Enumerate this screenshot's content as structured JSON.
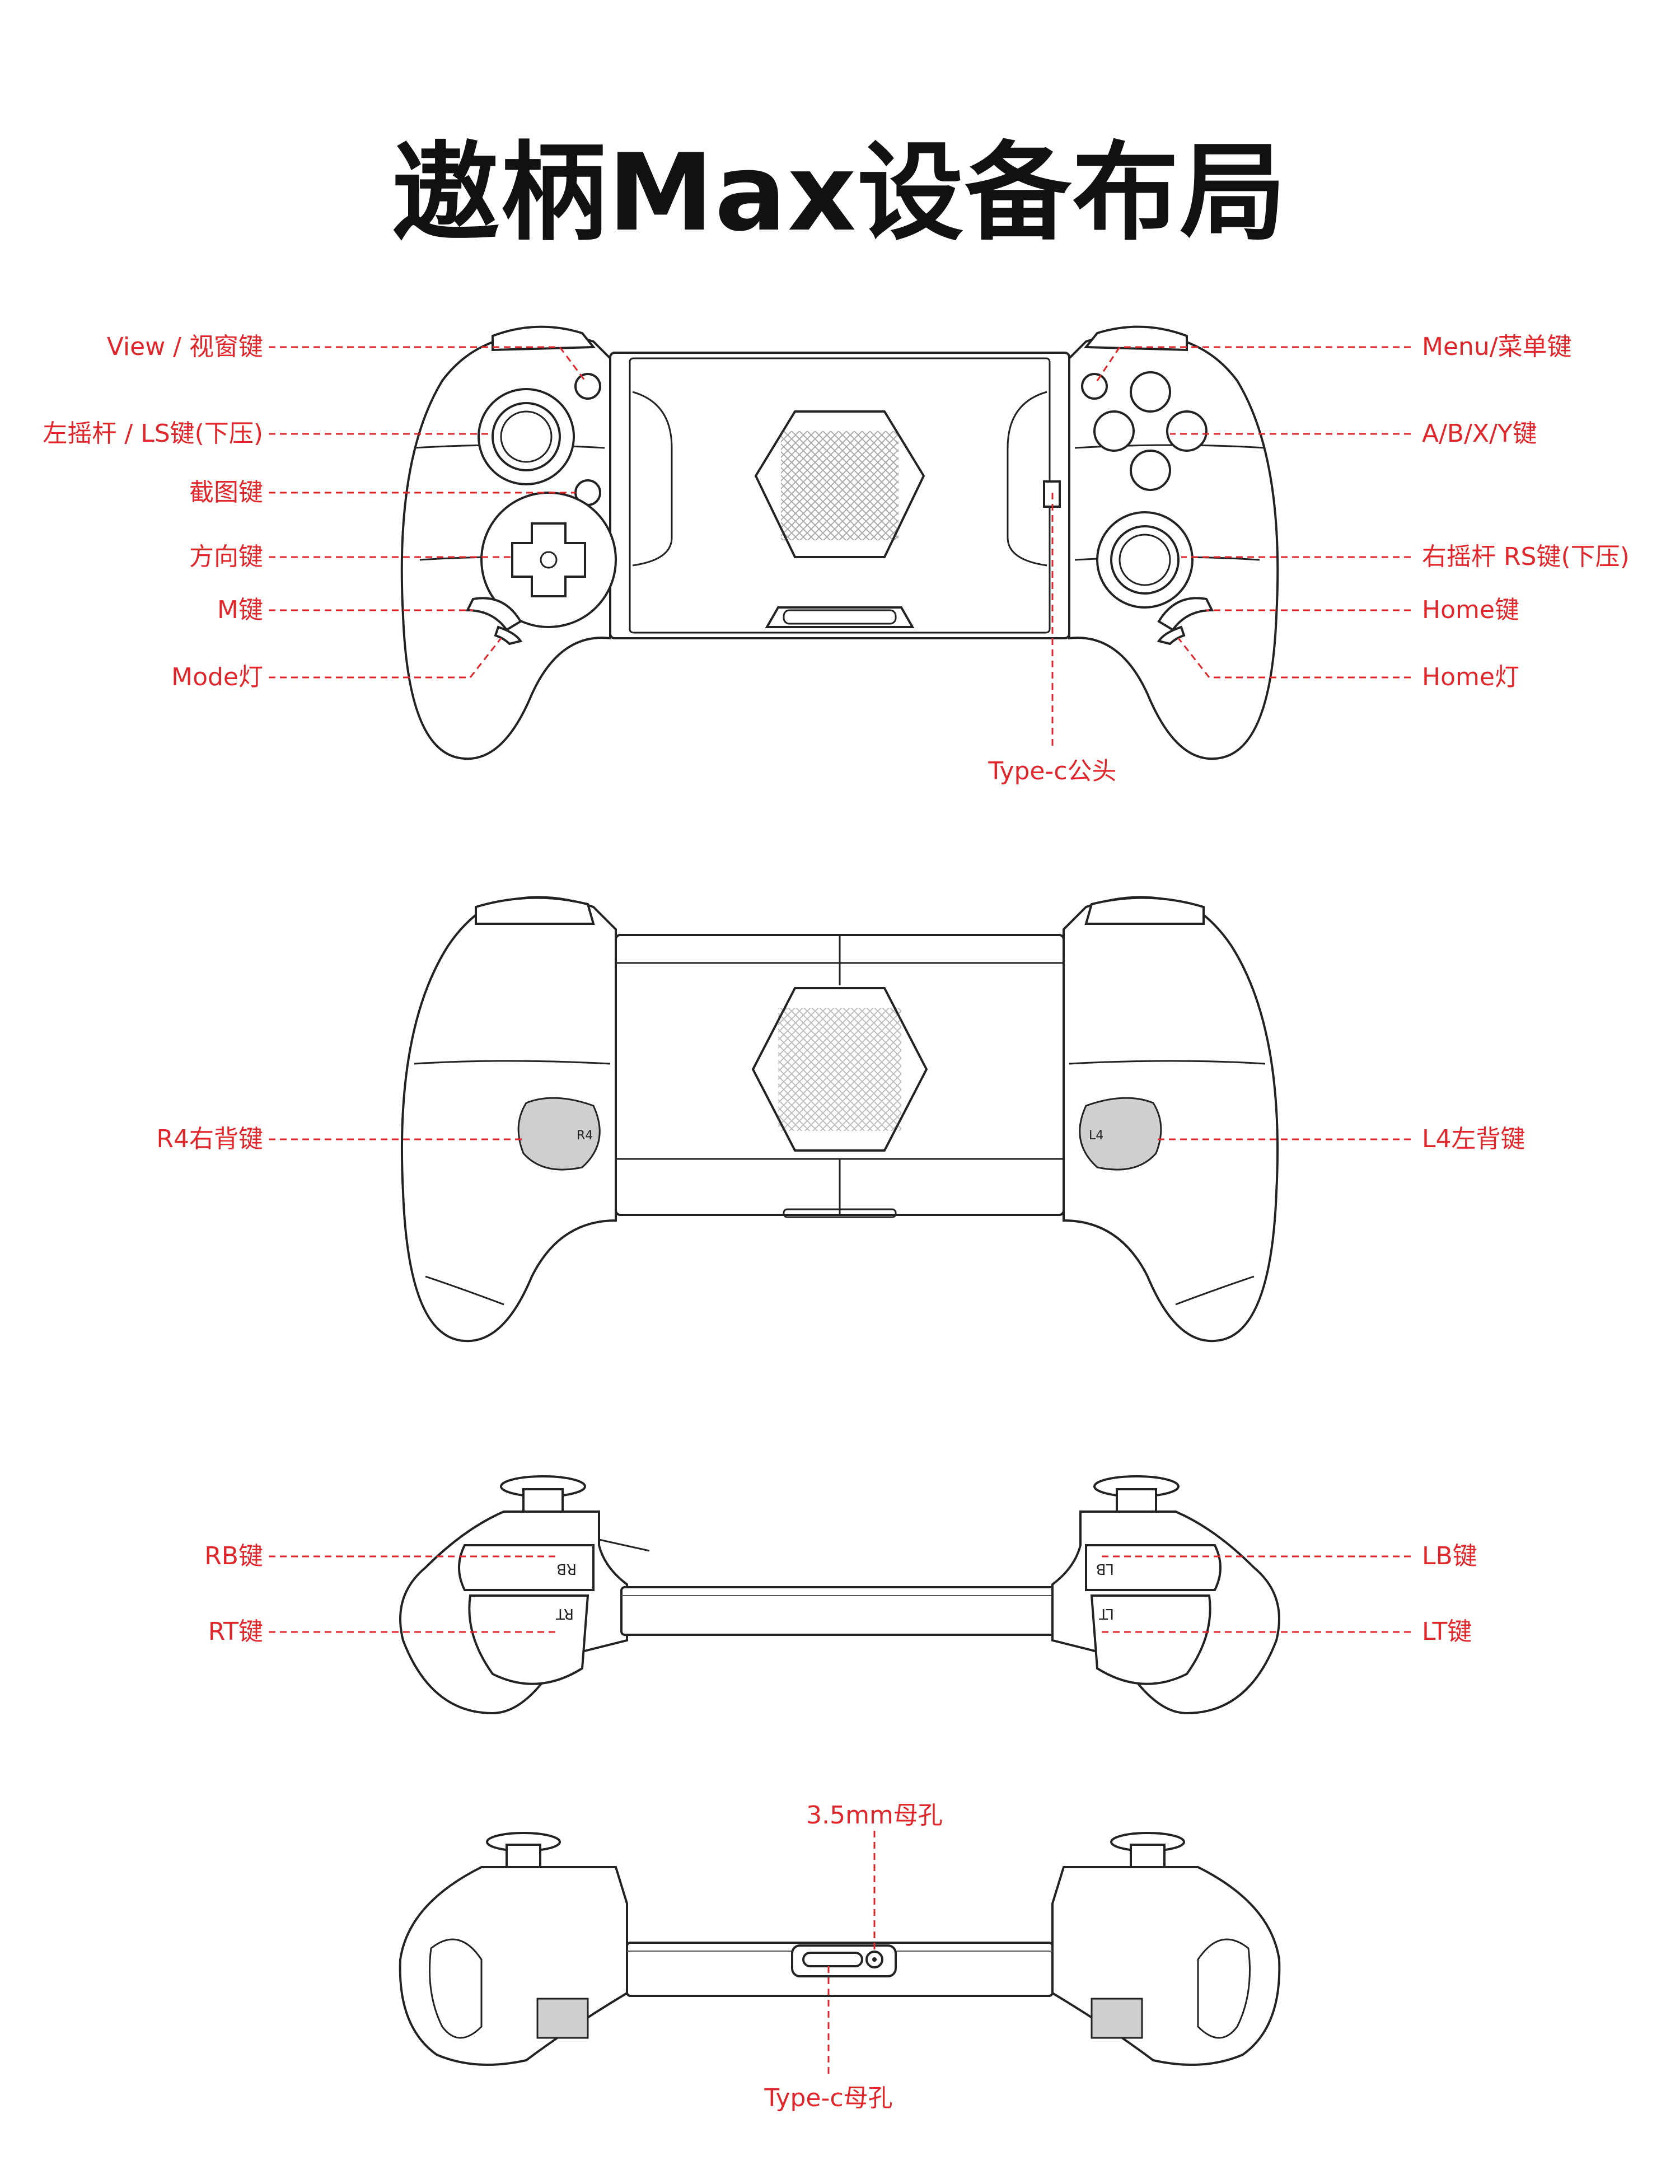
{
  "title": "遨柄Max设备布局",
  "views": {
    "front": {
      "left_labels": [
        "View / 视窗键",
        "左摇杆 / LS键(下压)",
        "截图键",
        "方向键",
        "M键",
        "Mode灯"
      ],
      "right_labels": [
        "Menu/菜单键",
        "A/B/X/Y键",
        "右摇杆 RS键(下压)",
        "Home键",
        "Home灯"
      ],
      "bottom_label": "Type-c公头"
    },
    "back": {
      "left_label": "R4右背键",
      "right_label": "L4左背键",
      "button_marks": [
        "R4",
        "L4"
      ]
    },
    "top": {
      "left_labels": [
        "RB键",
        "RT键"
      ],
      "right_labels": [
        "LB键",
        "LT键"
      ],
      "button_marks": [
        "RB",
        "RT",
        "LB",
        "LT"
      ]
    },
    "bottom": {
      "top_label": "3.5mm母孔",
      "bottom_label": "Type-c母孔"
    }
  },
  "colors": {
    "label": "#e0262a",
    "outline": "#222222",
    "title": "#111111"
  }
}
